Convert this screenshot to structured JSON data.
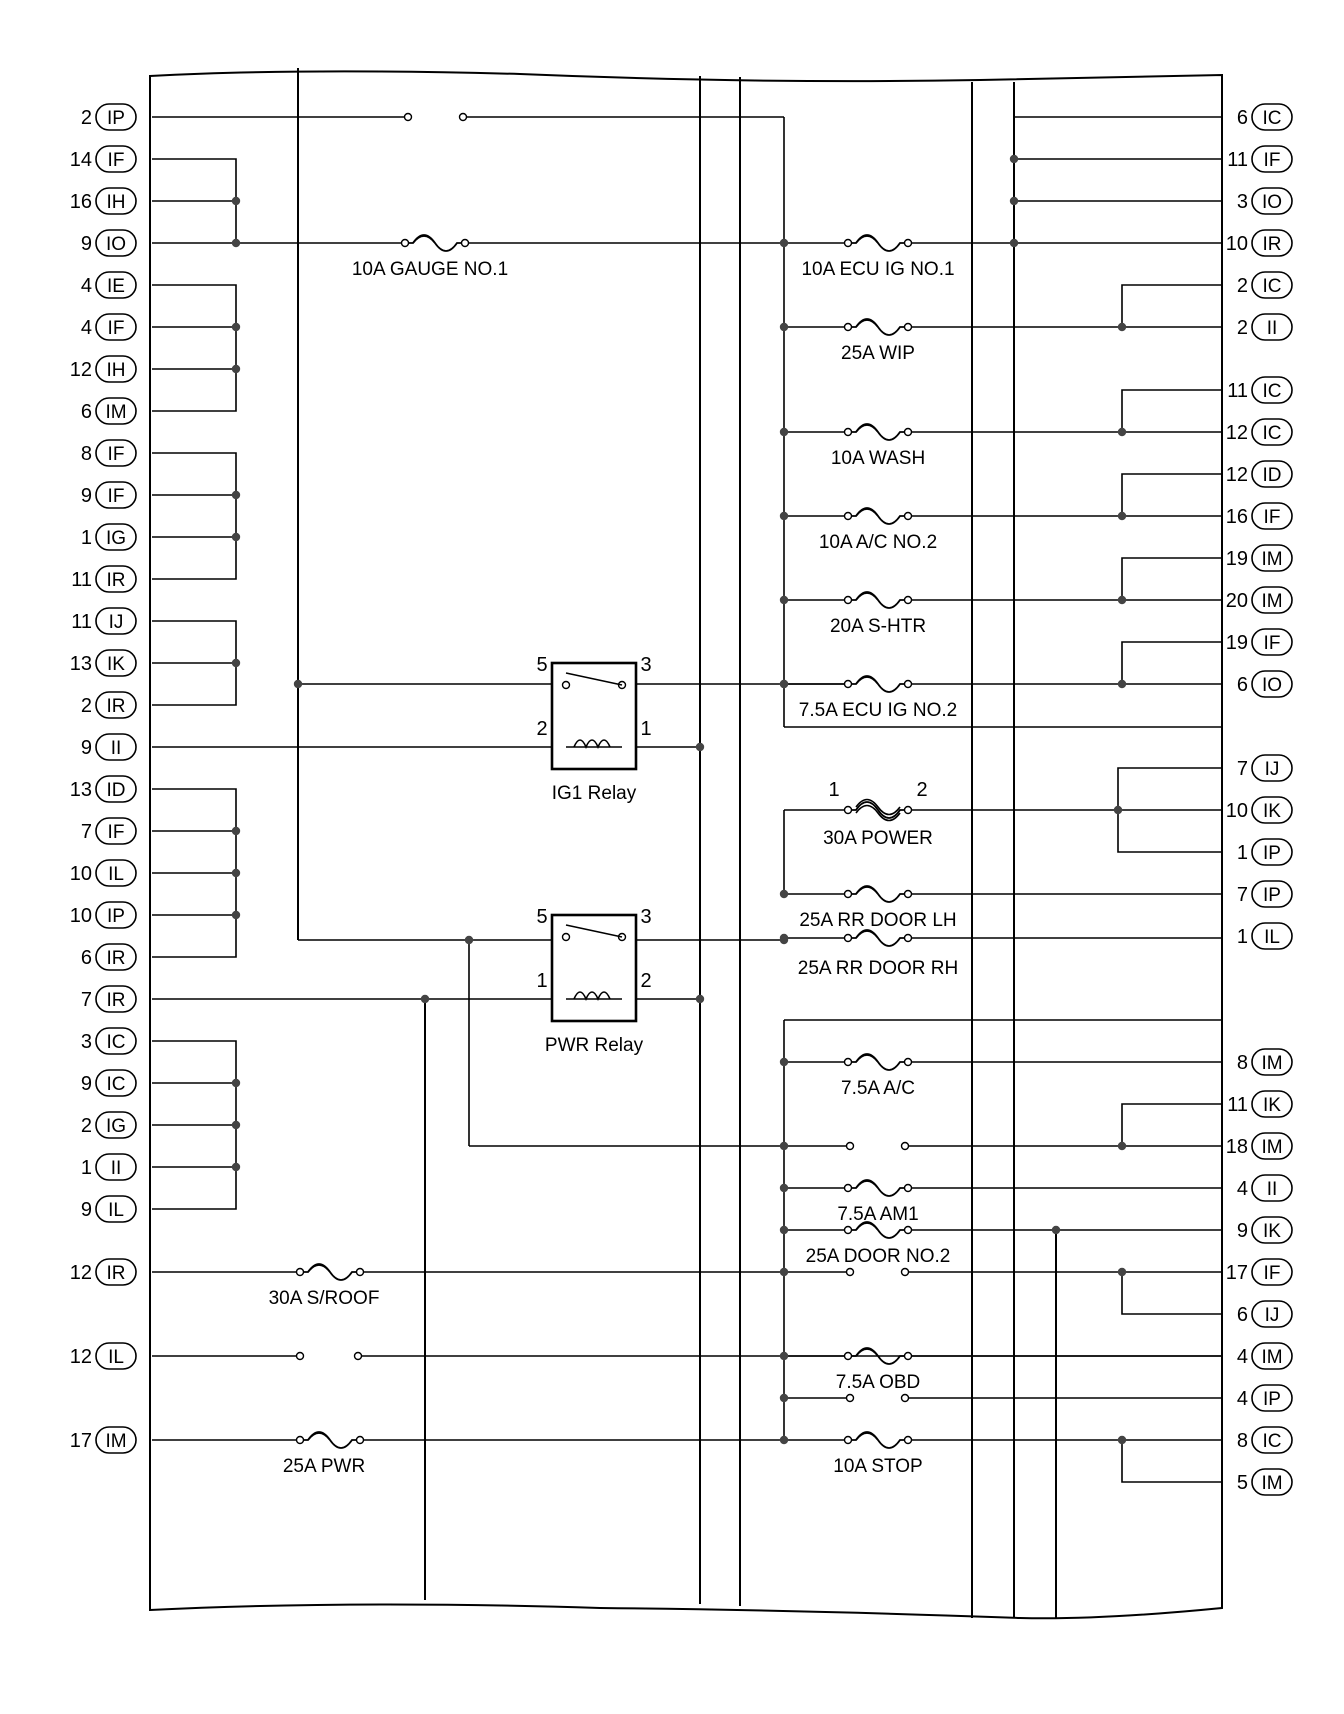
{
  "left_connectors": [
    {
      "pin": "2",
      "code": "IP"
    },
    {
      "pin": "14",
      "code": "IF"
    },
    {
      "pin": "16",
      "code": "IH"
    },
    {
      "pin": "9",
      "code": "IO"
    },
    {
      "pin": "4",
      "code": "IE"
    },
    {
      "pin": "4",
      "code": "IF"
    },
    {
      "pin": "12",
      "code": "IH"
    },
    {
      "pin": "6",
      "code": "IM"
    },
    {
      "pin": "8",
      "code": "IF"
    },
    {
      "pin": "9",
      "code": "IF"
    },
    {
      "pin": "1",
      "code": "IG"
    },
    {
      "pin": "11",
      "code": "IR"
    },
    {
      "pin": "11",
      "code": "IJ"
    },
    {
      "pin": "13",
      "code": "IK"
    },
    {
      "pin": "2",
      "code": "IR"
    },
    {
      "pin": "9",
      "code": "II"
    },
    {
      "pin": "13",
      "code": "ID"
    },
    {
      "pin": "7",
      "code": "IF"
    },
    {
      "pin": "10",
      "code": "IL"
    },
    {
      "pin": "10",
      "code": "IP"
    },
    {
      "pin": "6",
      "code": "IR"
    },
    {
      "pin": "7",
      "code": "IR"
    },
    {
      "pin": "3",
      "code": "IC"
    },
    {
      "pin": "9",
      "code": "IC"
    },
    {
      "pin": "2",
      "code": "IG"
    },
    {
      "pin": "1",
      "code": "II"
    },
    {
      "pin": "9",
      "code": "IL"
    },
    {
      "pin": "12",
      "code": "IR"
    },
    {
      "pin": "12",
      "code": "IL"
    },
    {
      "pin": "17",
      "code": "IM"
    }
  ],
  "right_connectors": [
    {
      "pin": "6",
      "code": "IC"
    },
    {
      "pin": "11",
      "code": "IF"
    },
    {
      "pin": "3",
      "code": "IO"
    },
    {
      "pin": "10",
      "code": "IR"
    },
    {
      "pin": "2",
      "code": "IC"
    },
    {
      "pin": "2",
      "code": "II"
    },
    {
      "pin": "11",
      "code": "IC"
    },
    {
      "pin": "12",
      "code": "IC"
    },
    {
      "pin": "12",
      "code": "ID"
    },
    {
      "pin": "16",
      "code": "IF"
    },
    {
      "pin": "19",
      "code": "IM"
    },
    {
      "pin": "20",
      "code": "IM"
    },
    {
      "pin": "19",
      "code": "IF"
    },
    {
      "pin": "6",
      "code": "IO"
    },
    {
      "pin": "7",
      "code": "IJ"
    },
    {
      "pin": "10",
      "code": "IK"
    },
    {
      "pin": "1",
      "code": "IP"
    },
    {
      "pin": "7",
      "code": "IP"
    },
    {
      "pin": "1",
      "code": "IL"
    },
    {
      "pin": "8",
      "code": "IM"
    },
    {
      "pin": "11",
      "code": "IK"
    },
    {
      "pin": "18",
      "code": "IM"
    },
    {
      "pin": "4",
      "code": "II"
    },
    {
      "pin": "9",
      "code": "IK"
    },
    {
      "pin": "17",
      "code": "IF"
    },
    {
      "pin": "6",
      "code": "IJ"
    },
    {
      "pin": "4",
      "code": "IM"
    },
    {
      "pin": "4",
      "code": "IP"
    },
    {
      "pin": "8",
      "code": "IC"
    },
    {
      "pin": "5",
      "code": "IM"
    }
  ],
  "fuses": [
    "10A GAUGE NO.1",
    "10A ECU IG NO.1",
    "25A WIP",
    "10A WASH",
    "10A A/C NO.2",
    "20A S-HTR",
    "7.5A ECU IG NO.2",
    "30A POWER",
    "25A RR DOOR LH",
    "25A RR DOOR RH",
    "7.5A A/C",
    "7.5A AM1",
    "25A DOOR NO.2",
    "30A S/ROOF",
    "7.5A OBD",
    "25A PWR",
    "10A STOP"
  ],
  "relays": [
    {
      "name": "IG1 Relay",
      "pins": [
        "5",
        "3",
        "2",
        "1"
      ]
    },
    {
      "name": "PWR Relay",
      "pins": [
        "5",
        "3",
        "1",
        "2"
      ]
    }
  ],
  "power_fuse_pins": [
    "1",
    "2"
  ]
}
